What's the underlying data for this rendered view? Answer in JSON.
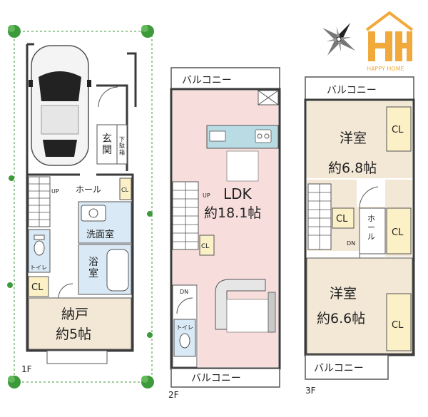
{
  "brand": {
    "name": "HAPPY HOME",
    "color": "#f2a93b"
  },
  "colors": {
    "ldk": "#f7dedd",
    "room": "#f3e8d6",
    "storage": "#fbf0c6",
    "wet": "#d9e9f5",
    "counter": "#b8dbe4",
    "wall": "#3a3a3a",
    "greenery": "#3d9a3a"
  },
  "icons": {
    "compass": "compass-rose-icon",
    "car": "car-icon",
    "tree": "tree-icon"
  },
  "floors": {
    "f1": {
      "label": "1F",
      "rooms": {
        "genkan": "玄\n関",
        "getabako": "下\n駄\n箱",
        "hall": "ホール",
        "cl_small": "CL",
        "up": "UP",
        "senmen": "洗面室",
        "toilet": "トイレ",
        "yokushitsu": "浴\n室",
        "cl": "CL",
        "nando_name": "納戸",
        "nando_size": "約5帖"
      }
    },
    "f2": {
      "label": "2F",
      "balcony_top": "バルコニー",
      "balcony_bottom": "バルコニー",
      "ldk_name": "LDK",
      "ldk_size": "約18.1帖",
      "up": "UP",
      "dn": "DN",
      "cl": "CL",
      "toilet": "トイレ"
    },
    "f3": {
      "label": "3F",
      "balcony_top": "バルコニー",
      "balcony_bottom": "バルコニー",
      "room1_name": "洋室",
      "room1_size": "約6.8帖",
      "room2_name": "洋室",
      "room2_size": "約6.6帖",
      "hall": "ホ\nー\nル",
      "dn": "DN",
      "cl1": "CL",
      "cl2": "CL",
      "cl3": "CL",
      "cl4": "CL"
    }
  }
}
